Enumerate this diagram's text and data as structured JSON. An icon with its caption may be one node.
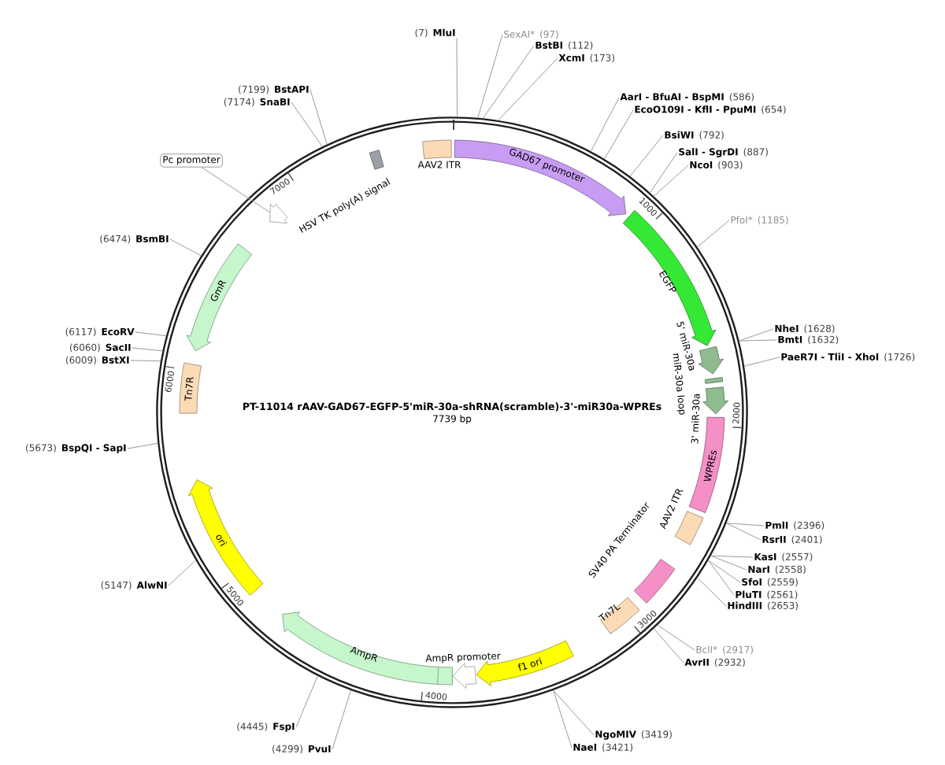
{
  "diagram": {
    "nodes": [
      {
        "text": [
          "PT-11014 rAAV-GAD67-EGFP-5'miR-30a-shRNA(scramble)-3'-miR30a-WPREs",
          "7739 bp"
        ]
      },
      {
        "text": [
          "GAD67 promoter"
        ],
        "in": 0
      },
      {
        "text": [],
        "shape": "arrow",
        "beside": [
          "EGFP"
        ],
        "in": 0
      },
      {
        "text": [],
        "shape": "arrow",
        "beside": [
          "5' miR-30a"
        ],
        "in": 0
      },
      {
        "text": [],
        "shape": "box",
        "in": 0
      },
      {
        "text": [],
        "shape": "arrow",
        "beside": [
          "3' miR-30a"
        ],
        "in": 0
      },
      {
        "text": [
          "WPREs"
        ],
        "in": 0
      },
      {
        "text": [],
        "shape": "box",
        "beside": [
          "AAV2 ITR"
        ],
        "in": 0
      },
      {
        "text": [],
        "shape": "box",
        "beside": [
          "SV40 PA Terminator"
        ],
        "in": 0
      },
      {
        "text": [],
        "shape": "box",
        "beside": [
          "Tn7L"
        ],
        "in": 0
      },
      {
        "text": [
          "f1 ori"
        ],
        "in": 0
      },
      {
        "text": [],
        "shape": "arrow",
        "beside": [
          "AmpR promoter"
        ],
        "in": 0
      },
      {
        "text": [
          "AmpR"
        ],
        "in": 0
      },
      {
        "text": [
          "ori"
        ],
        "in": 0
      },
      {
        "text": [
          "Tn7R"
        ],
        "in": 0
      },
      {
        "text": [
          "GmR"
        ],
        "in": 0
      },
      {
        "text": [],
        "shape": "arrow",
        "in": 0
      },
      {
        "text": [],
        "shape": "box",
        "beside": [
          "HSV TK poly(A) signal"
        ],
        "in": 0
      },
      {
        "text": [],
        "shape": "box",
        "beside": [
          "AAV2 ITR"
        ],
        "in": 0
      },
      {
        "text": [
          "(7)",
          "MluI"
        ]
      },
      {
        "text": [
          "SexAI*",
          "(97)"
        ]
      },
      {
        "text": [
          "BstBI",
          "(112)"
        ]
      },
      {
        "text": [
          "XcmI",
          "(173)"
        ]
      },
      {
        "text": [
          "AarI - BfuAI - BspMI",
          "(586)"
        ]
      },
      {
        "text": [
          "EcoO109I - KflI - PpuMI",
          "(654)"
        ]
      },
      {
        "text": [
          "BsiWI",
          "(792)"
        ]
      },
      {
        "text": [
          "SalI - SgrDI",
          "(887)"
        ]
      },
      {
        "text": [
          "NcoI",
          "(903)"
        ]
      },
      {
        "text": [
          "PfoI*",
          "(1185)"
        ]
      },
      {
        "text": [
          "NheI",
          "(1628)"
        ]
      },
      {
        "text": [
          "BmtI",
          "(1632)"
        ]
      },
      {
        "text": [
          "PaeR7I - TliI - XhoI",
          "(1726)"
        ]
      },
      {
        "text": [
          "PmlI",
          "(2396)"
        ]
      },
      {
        "text": [
          "RsrII",
          "(2401)"
        ]
      },
      {
        "text": [
          "KasI",
          "(2557)"
        ]
      },
      {
        "text": [
          "NarI",
          "(2558)"
        ]
      },
      {
        "text": [
          "SfoI",
          "(2559)"
        ]
      },
      {
        "text": [
          "PluTI",
          "(2561)"
        ]
      },
      {
        "text": [
          "HindIII",
          "(2653)"
        ]
      },
      {
        "text": [
          "BclI*",
          "(2917)"
        ]
      },
      {
        "text": [
          "AvrII",
          "(2932)"
        ]
      },
      {
        "text": [
          "NgoMIV",
          "(3419)"
        ]
      },
      {
        "text": [
          "NaeI",
          "(3421)"
        ]
      },
      {
        "text": [
          "(4299)",
          "PvuI"
        ]
      },
      {
        "text": [
          "(4445)",
          "FspI"
        ]
      },
      {
        "text": [
          "(5147)",
          "AlwNI"
        ]
      },
      {
        "text": [
          "(5673)",
          "BspQI - SapI"
        ]
      },
      {
        "text": [
          "(6009)",
          "BstXI"
        ]
      },
      {
        "text": [
          "(6060)",
          "SacII"
        ]
      },
      {
        "text": [
          "(6117)",
          "EcoRV"
        ]
      },
      {
        "text": [
          "(6474)",
          "BsmBI"
        ]
      },
      {
        "text": [
          "(7174)",
          "SnaBI"
        ]
      },
      {
        "text": [
          "(7199)",
          "BstAPI"
        ]
      },
      {
        "text": [
          "Pc promoter"
        ]
      }
    ],
    "edges": [
      {
        "from": 19,
        "to": 0,
        "arrow": "none"
      },
      {
        "from": 20,
        "to": 0,
        "arrow": "none"
      },
      {
        "from": 21,
        "to": 0,
        "arrow": "none"
      },
      {
        "from": 22,
        "to": 0,
        "arrow": "none"
      },
      {
        "from": 23,
        "to": 0,
        "arrow": "none"
      },
      {
        "from": 24,
        "to": 0,
        "arrow": "none"
      },
      {
        "from": 25,
        "to": 0,
        "arrow": "none"
      },
      {
        "from": 26,
        "to": 0,
        "arrow": "none"
      },
      {
        "from": 27,
        "to": 0,
        "arrow": "none"
      },
      {
        "from": 28,
        "to": 0,
        "arrow": "none"
      },
      {
        "from": 29,
        "to": 0,
        "arrow": "none"
      },
      {
        "from": 30,
        "to": 0,
        "arrow": "none"
      },
      {
        "from": 31,
        "to": 0,
        "arrow": "none"
      },
      {
        "from": 32,
        "to": 0,
        "arrow": "none"
      },
      {
        "from": 33,
        "to": 0,
        "arrow": "none"
      },
      {
        "from": 34,
        "to": 0,
        "arrow": "none"
      },
      {
        "from": 35,
        "to": 0,
        "arrow": "none"
      },
      {
        "from": 36,
        "to": 0,
        "arrow": "none"
      },
      {
        "from": 37,
        "to": 0,
        "arrow": "none"
      },
      {
        "from": 38,
        "to": 0,
        "arrow": "none"
      },
      {
        "from": 39,
        "to": 0,
        "arrow": "none"
      },
      {
        "from": 40,
        "to": 0,
        "arrow": "none"
      },
      {
        "from": 41,
        "to": 0,
        "arrow": "none"
      },
      {
        "from": 42,
        "to": 0,
        "arrow": "none"
      },
      {
        "from": 43,
        "to": 0,
        "arrow": "none"
      },
      {
        "from": 44,
        "to": 0,
        "arrow": "none"
      },
      {
        "from": 45,
        "to": 0,
        "arrow": "none"
      },
      {
        "from": 46,
        "to": 0,
        "arrow": "none"
      },
      {
        "from": 47,
        "to": 0,
        "arrow": "none"
      },
      {
        "from": 48,
        "to": 0,
        "arrow": "none"
      },
      {
        "from": 49,
        "to": 0,
        "arrow": "none"
      },
      {
        "from": 50,
        "to": 0,
        "arrow": "none"
      },
      {
        "from": 51,
        "to": 0,
        "arrow": "none"
      },
      {
        "from": 52,
        "to": 0,
        "arrow": "none"
      },
      {
        "from": 53,
        "to": 16,
        "arrow": "none"
      }
    ],
    "labels": [
      "1000",
      "2000",
      "3000",
      "4000",
      "5000",
      "6000",
      "7000",
      "miR-30a loop"
    ]
  }
}
